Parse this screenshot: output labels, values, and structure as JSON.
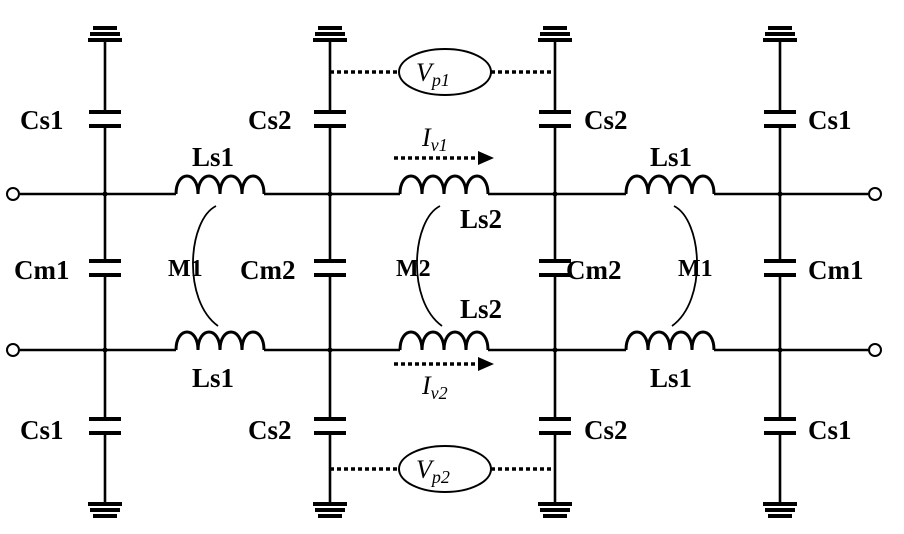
{
  "labels": {
    "cs1_tl": "Cs1",
    "cs2_tl": "Cs2",
    "cs2_tr": "Cs2",
    "cs1_tr": "Cs1",
    "cm1_l": "Cm1",
    "cm2_l": "Cm2",
    "cm2_r": "Cm2",
    "cm1_r": "Cm1",
    "cs1_bl": "Cs1",
    "cs2_bl": "Cs2",
    "cs2_br": "Cs2",
    "cs1_br": "Cs1",
    "ls1_tl": "Ls1",
    "ls1_tr": "Ls1",
    "ls1_bl": "Ls1",
    "ls1_br": "Ls1",
    "ls2_t": "Ls2",
    "ls2_b": "Ls2",
    "m1_l": "M1",
    "m2": "M2",
    "m1_r": "M1",
    "vp1_main": "V",
    "vp1_sub": "p1",
    "vp2_main": "V",
    "vp2_sub": "p2",
    "iv1_main": "I",
    "iv1_sub": "v1",
    "iv2_main": "I",
    "iv2_sub": "v2"
  }
}
